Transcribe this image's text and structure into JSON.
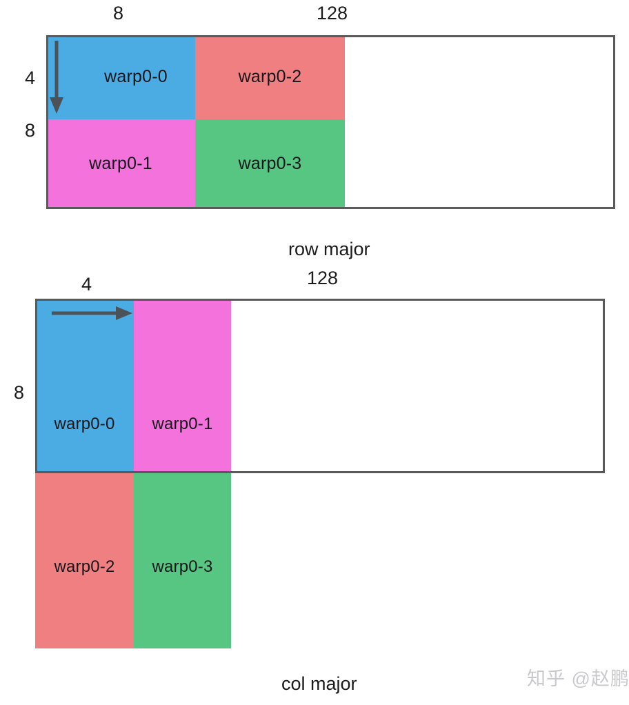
{
  "figure": {
    "title_implicit": "warp tiling row major vs col major",
    "background": "#ffffff",
    "text_color": "#1b1b1b",
    "stroke_color": "#5a5a5a",
    "watermark": "知乎 @赵鹏"
  },
  "palette": {
    "blue": "#4BACE4",
    "pink": "#F472DC",
    "salmon": "#F07F81",
    "green": "#57C683",
    "outline": "#5a5a5a",
    "arrow": "#4c5358"
  },
  "diagrams": [
    {
      "id": "row-major",
      "caption": "row major",
      "width_label": "128",
      "tile_width_label": "8",
      "left_labels": [
        "4",
        "8"
      ],
      "arrow_direction": "down",
      "cells": [
        {
          "label": "warp0-0",
          "color": "blue",
          "row": 0,
          "col": 0
        },
        {
          "label": "warp0-2",
          "color": "salmon",
          "row": 0,
          "col": 1
        },
        {
          "label": "warp0-1",
          "color": "pink",
          "row": 1,
          "col": 0
        },
        {
          "label": "warp0-3",
          "color": "green",
          "row": 1,
          "col": 1
        }
      ]
    },
    {
      "id": "col-major",
      "caption": "col major",
      "width_label": "128",
      "tile_width_label": "4",
      "left_labels": [
        "8"
      ],
      "arrow_direction": "right",
      "cells": [
        {
          "label": "warp0-0",
          "color": "blue",
          "row": 0,
          "col": 0
        },
        {
          "label": "warp0-1",
          "color": "pink",
          "row": 0,
          "col": 1
        },
        {
          "label": "warp0-2",
          "color": "salmon",
          "row": 1,
          "col": 0
        },
        {
          "label": "warp0-3",
          "color": "green",
          "row": 1,
          "col": 1
        }
      ]
    }
  ]
}
